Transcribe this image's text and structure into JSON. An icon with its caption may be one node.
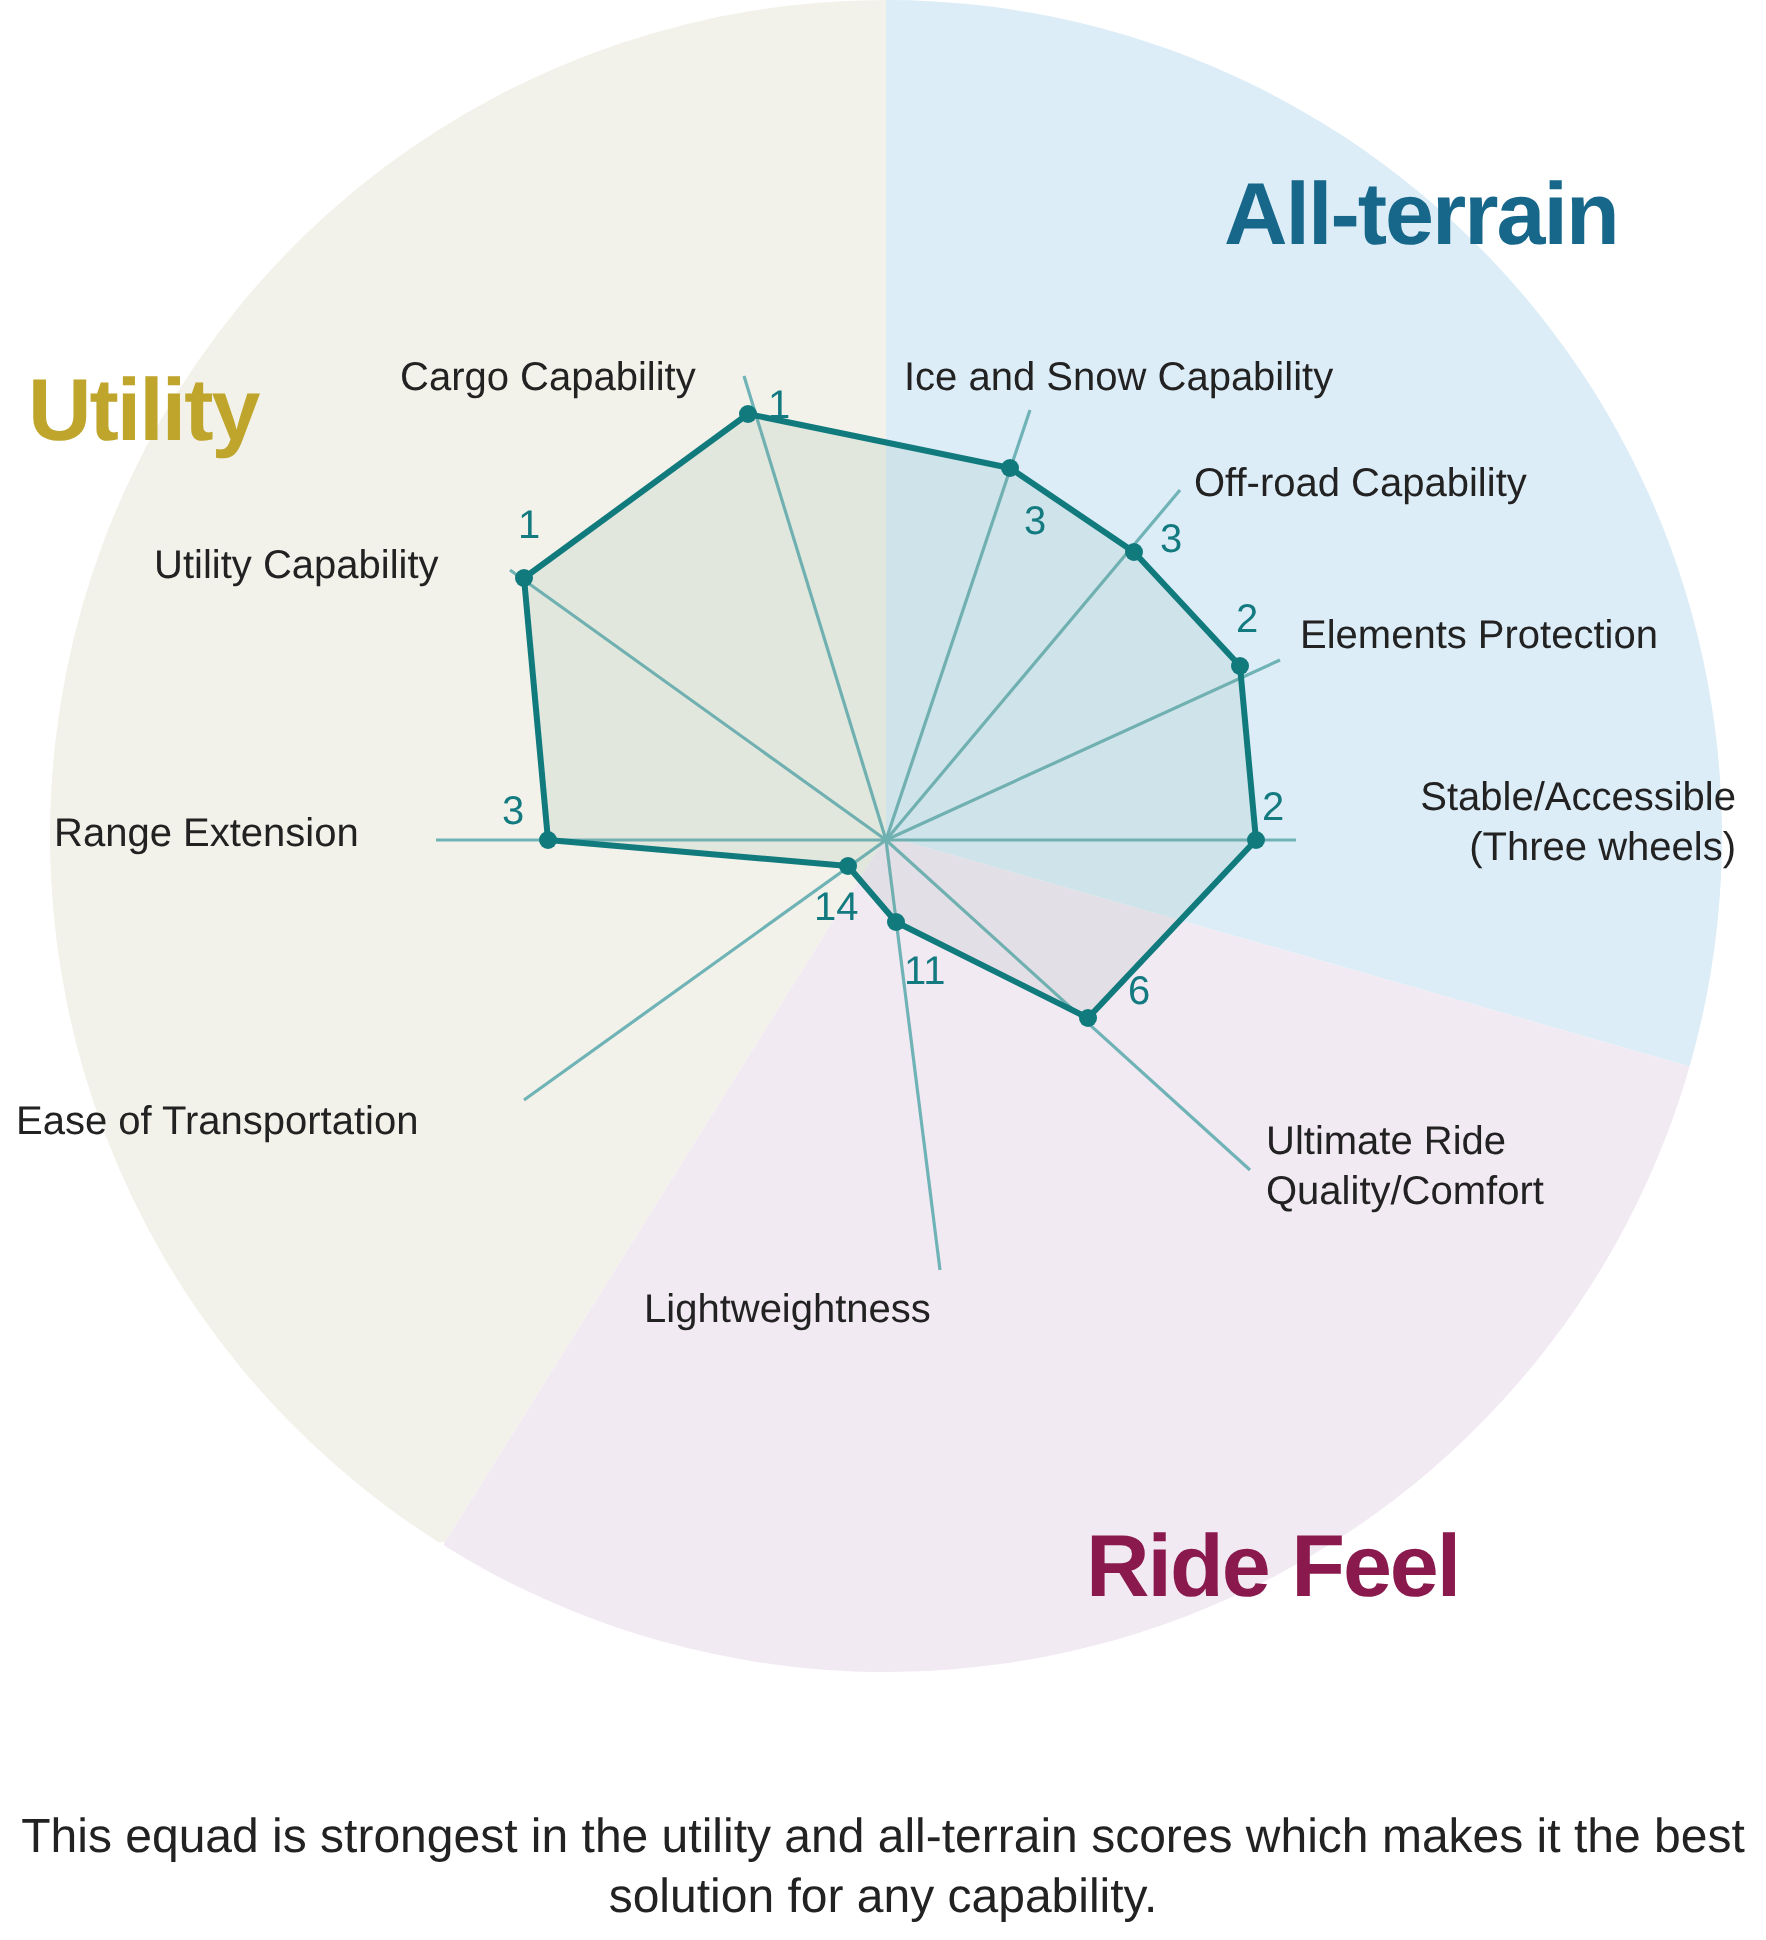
{
  "diagram": {
    "caption": "This equad is strongest in the utility and all-terrain scores which makes it the best solution for any capability.",
    "nodes": [
      {
        "text": [
          "All-terrain"
        ]
      },
      {
        "text": [
          "Ride Feel"
        ]
      },
      {
        "text": [
          "Utility"
        ]
      }
    ],
    "labels": [
      "Cargo Capability",
      "1",
      "Ice and Snow Capability",
      "3",
      "Off-road Capability",
      "3",
      "Elements Protection",
      "2",
      "Stable/Accessible (Three wheels)",
      "2",
      "Ultimate Ride Quality/Comfort",
      "6",
      "Lightweightness",
      "11",
      "Ease of Transportation",
      "14",
      "Range Extension",
      "3",
      "Utility Capability",
      "1"
    ]
  }
}
